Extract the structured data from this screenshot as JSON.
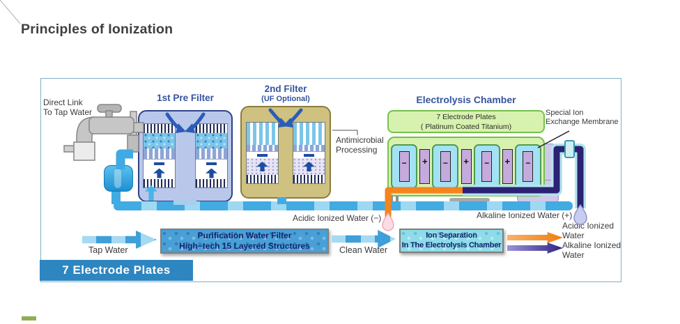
{
  "title": "Principles of Ionization",
  "diagram": {
    "tap_label": "Direct Link\nTo Tap Water",
    "filter1": {
      "title": "1st Pre Filter"
    },
    "filter2": {
      "title": "2nd Filter",
      "subtitle": "(UF Optional)"
    },
    "antimicrobial": "Antimicrobial\nProcessing",
    "chamber": {
      "title": "Electrolysis Chamber",
      "plates_line1": "7 Electrode Plates",
      "plates_line2": "( Platinum Coated Titanium)",
      "membrane": "Special Ion\nExchange Membrane",
      "electrodes": [
        "−",
        "+",
        "−",
        "+",
        "−",
        "+",
        "−"
      ]
    },
    "outputs": {
      "acidic": "Acidic Ionized Water (−)",
      "alkaline": "Alkaline Ionized Water (+)"
    },
    "flow": {
      "tap": "Tap Water",
      "box1_line1": "Purification Water Filter",
      "box1_line2": "High−tech 15 Layered Structures",
      "clean": "Clean Water",
      "box2_line1": "Ion Separation",
      "box2_line2": "In The Electrolysis Chamber",
      "acidic_out": "Acidic Ionized\nWater",
      "alkaline_out": "Alkaline Ionized\nWater"
    },
    "banner": "7 Electrode Plates"
  },
  "colors": {
    "banner_blue": "#2e86c1",
    "chamber_green": "#d7f2ae",
    "cell_cyan": "#a3e2f5",
    "electrode_purple": "#c5abdd",
    "pipe_blue": "#41abe2",
    "acidic_orange": "#f07d12",
    "alkaline_navy": "#2f2383",
    "filter1_body": "#b9c7ea",
    "filter2_body": "#cfc180"
  }
}
